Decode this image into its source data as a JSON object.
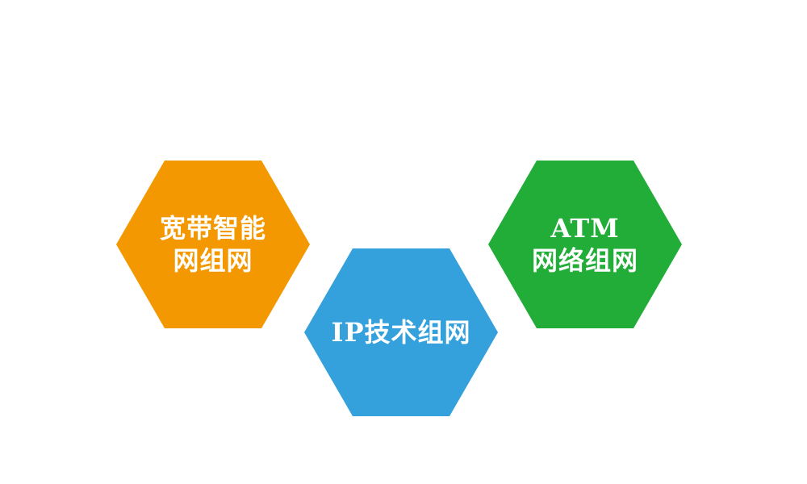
{
  "hexagons": [
    {
      "color": "#F39800",
      "lines": [
        "宽带智能",
        "网组网"
      ]
    },
    {
      "color": "#34A0DC",
      "lines": [
        "IP技术组网"
      ]
    },
    {
      "color": "#22AC38",
      "lines": [
        "ATM",
        "网络组网"
      ]
    }
  ]
}
